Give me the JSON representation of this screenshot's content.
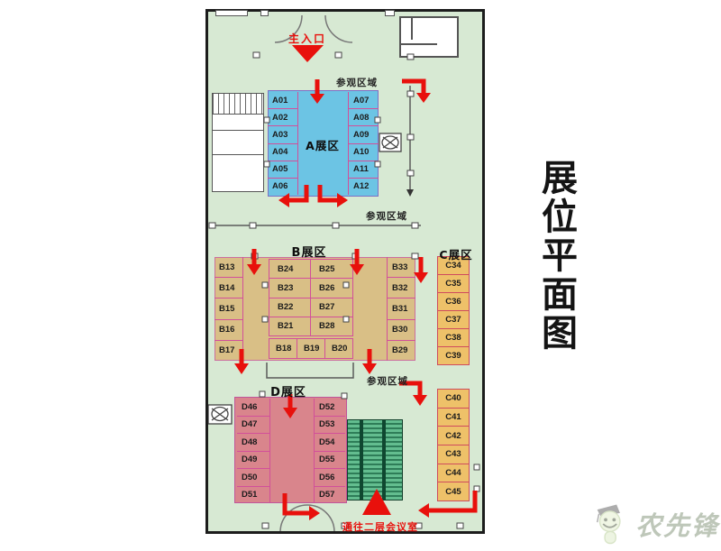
{
  "page": {
    "title_vertical": "展位平面图"
  },
  "watermark": {
    "brand": "农先锋",
    "figure": "mascot-graduate"
  },
  "plan": {
    "entrance_label": "主入口",
    "meeting_room_label": "通往二层会议室",
    "visit_area_labels": [
      "参观区域",
      "参观区域",
      "参观区域"
    ],
    "zones": {
      "a": {
        "label": "A展区",
        "left_booths": [
          "A01",
          "A02",
          "A03",
          "A04",
          "A05",
          "A06"
        ],
        "right_booths": [
          "A07",
          "A08",
          "A09",
          "A10",
          "A11",
          "A12"
        ]
      },
      "b": {
        "label": "B展区",
        "left_booths": [
          "B13",
          "B14",
          "B15",
          "B16",
          "B17"
        ],
        "center_booths": [
          "B24",
          "B25",
          "B23",
          "B26",
          "B22",
          "B27",
          "B21",
          "B28"
        ],
        "bottom_booths": [
          "B18",
          "B19",
          "B20"
        ],
        "right_booths": [
          "B33",
          "B32",
          "B31",
          "B30",
          "B29"
        ]
      },
      "c": {
        "label": "C展区",
        "upper_booths": [
          "C34",
          "C35",
          "C36",
          "C37",
          "C38",
          "C39"
        ],
        "lower_booths": [
          "C40",
          "C41",
          "C42",
          "C43",
          "C44",
          "C45"
        ]
      },
      "d": {
        "label": "D展区",
        "left_booths": [
          "D46",
          "D47",
          "D48",
          "D49",
          "D50",
          "D51"
        ],
        "right_booths": [
          "D52",
          "D53",
          "D54",
          "D55",
          "D56",
          "D57"
        ]
      }
    }
  },
  "colors": {
    "floor": "#d7e9d3",
    "wall": "#1c1c1c",
    "zone_a": "#6cc4e4",
    "zone_b": "#d9bf86",
    "zone_c": "#eec169",
    "zone_d": "#d9858c",
    "booth_line": "#d24f9a",
    "arrow": "#e8100c",
    "structure": "#5a5a5a",
    "escalator_dark": "#2e7d58",
    "escalator_light": "#63bd8f",
    "title_ink": "#141414",
    "watermark_ink": "#8a9a80"
  }
}
